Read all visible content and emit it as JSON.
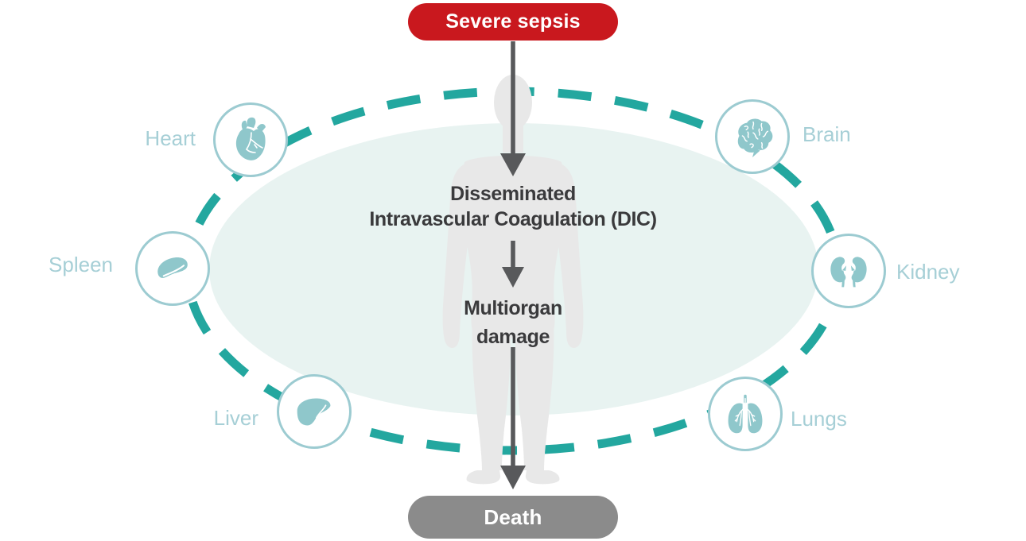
{
  "diagram": {
    "subject": "Severe sepsis pathway",
    "colors": {
      "accent_red": "#C9181E",
      "dashed_ring_teal": "#23A79F",
      "organ_icon_fill": "#8FC7CB",
      "circle_stroke": "#9CCBD1",
      "organ_label_teal": "#A6CFD6",
      "outcome_gray": "#8B8B8B",
      "arrow_gray": "#58595B",
      "flow_text_dark": "#3A3A3C",
      "halo_teal": "#E8F3F1",
      "body_silhouette_gray": "#E8E8E8"
    }
  },
  "flow": {
    "source_label": "Severe sepsis",
    "dic_line1": "Disseminated",
    "dic_line2": "Intravascular Coagulation (DIC)",
    "damage_line1": "Multiorgan",
    "damage_line2": "damage",
    "outcome_label": "Death"
  },
  "organs": [
    {
      "label": "Heart",
      "icon": "heart-icon"
    },
    {
      "label": "Brain",
      "icon": "brain-icon"
    },
    {
      "label": "Spleen",
      "icon": "spleen-icon"
    },
    {
      "label": "Kidney",
      "icon": "kidney-icon"
    },
    {
      "label": "Liver",
      "icon": "liver-icon"
    },
    {
      "label": "Lungs",
      "icon": "lungs-icon"
    }
  ]
}
